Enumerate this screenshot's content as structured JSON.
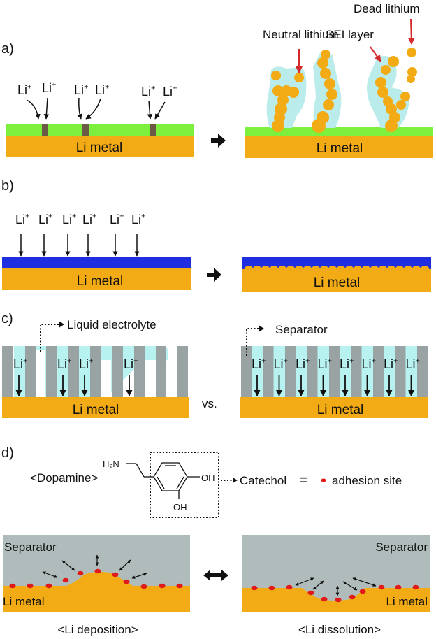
{
  "colors": {
    "li_metal": "#f2ab14",
    "sei_green": "#7cf03c",
    "sei_defect": "#6b5a45",
    "sei_shell": "#b9ecea",
    "protective_blue": "#1f2ee0",
    "separator_gray": "#9aa3a3",
    "electrolyte_cyan": "#b8f2f0",
    "separator_panel": "#b0bcbc",
    "adhesion_red": "#e01a1a",
    "annotation_red": "#d42a2a",
    "arrow_black": "#111111"
  },
  "panel_a": {
    "label": "a)",
    "ion": "Li",
    "ion_charge": "+",
    "substrate_label": "Li metal",
    "after_substrate_label": "Li metal",
    "annotations": {
      "neutral_lithium": "Neutral lithium",
      "sei_layer": "SEI layer",
      "dead_lithium": "Dead lithium"
    }
  },
  "panel_b": {
    "label": "b)",
    "ion": "Li",
    "ion_charge": "+",
    "substrate_label": "Li metal",
    "after_substrate_label": "Li metal"
  },
  "panel_c": {
    "label": "c)",
    "left_annotation": "Liquid electrolyte",
    "right_annotation": "Separator",
    "versus": "vs.",
    "ion": "Li",
    "ion_charge": "+",
    "substrate_label": "Li metal",
    "right_substrate_label": "Li metal"
  },
  "panel_d": {
    "label": "d)",
    "molecule_name": "<Dopamine>",
    "amine_group": "H₂N",
    "hydroxyl_1": "OH",
    "hydroxyl_2": "OH",
    "catechol": "Catechol",
    "equals": "=",
    "adhesion_site": "adhesion site",
    "left": {
      "top": "Separator",
      "bottom": "Li metal",
      "caption": "<Li deposition>"
    },
    "right": {
      "top": "Separator",
      "bottom": "Li metal",
      "caption": "<Li dissolution>"
    }
  }
}
